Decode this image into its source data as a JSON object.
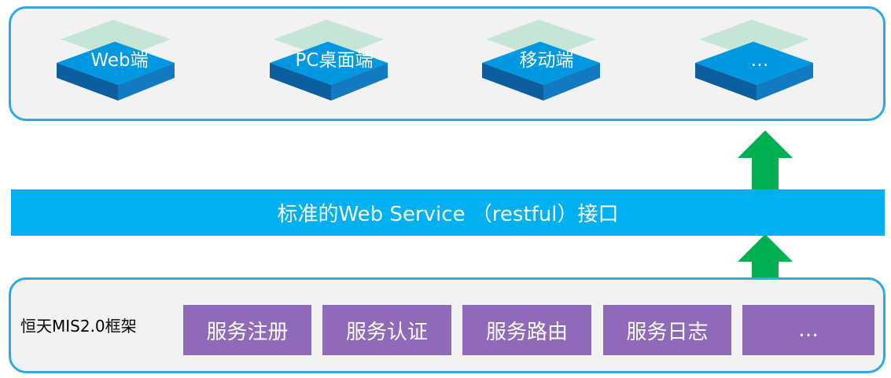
{
  "client_layer": {
    "items": [
      {
        "label": "Web端"
      },
      {
        "label": "PC桌面端"
      },
      {
        "label": "移动端"
      },
      {
        "label": "…"
      }
    ]
  },
  "interface_layer": {
    "label": "标准的Web Service （restful）接口"
  },
  "framework_layer": {
    "label": "恒天MIS2.0框架",
    "services": [
      {
        "label": "服务注册"
      },
      {
        "label": "服务认证"
      },
      {
        "label": "服务路由"
      },
      {
        "label": "服务日志"
      },
      {
        "label": "…"
      }
    ]
  },
  "colors": {
    "panel_border": "#2fa8e6",
    "panel_fill": "#f2f2f2",
    "tile_top": "#0098e0",
    "tile_front": "#0c5f9e",
    "tile_side": "#127ac1",
    "tile_shadow": "#bfe3cf",
    "interface_band": "#00b0f0",
    "service_box": "#8e6ab8",
    "arrow": "#00b050"
  }
}
